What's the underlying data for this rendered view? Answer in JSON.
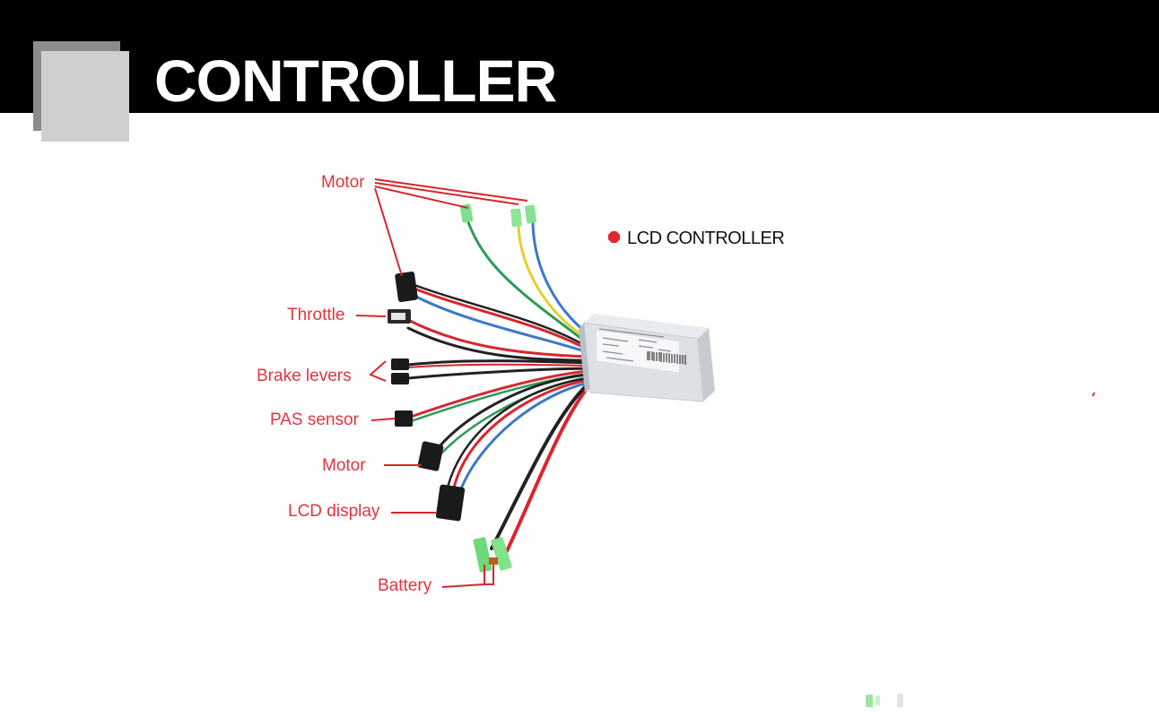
{
  "header": {
    "title": "CONTROLLER"
  },
  "legend": {
    "title": "LCD CONTROLLER",
    "bullet_color": "#e2262f"
  },
  "labels": {
    "motor_top": "Motor",
    "throttle": "Throttle",
    "brake_levers": "Brake levers",
    "pas_sensor": "PAS sensor",
    "motor_bottom": "Motor",
    "lcd_display": "LCD display",
    "battery": "Battery"
  },
  "colors": {
    "label": "#e0353f",
    "header_bg": "#000000",
    "header_text": "#ffffff"
  }
}
